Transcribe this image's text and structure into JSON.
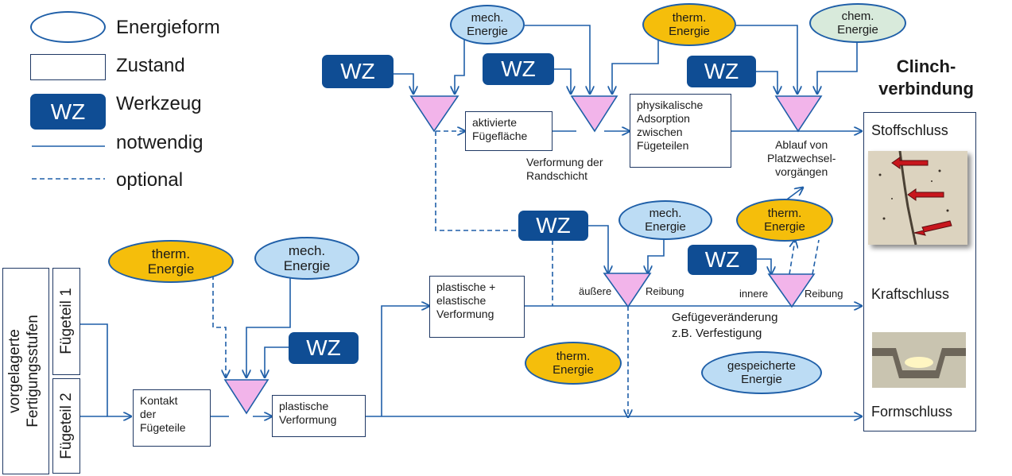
{
  "legend": {
    "energy_form": "Energieform",
    "state": "Zustand",
    "tool_box": "WZ",
    "tool": "Werkzeug",
    "necessary": "notwendig",
    "optional": "optional"
  },
  "tool_label": "WZ",
  "energies": {
    "mech_top": "mech.\nEnergie",
    "therm_top": "therm.\nEnergie",
    "chem_top": "chem.\nEnergie",
    "mech_mid": "mech.\nEnergie",
    "therm_mid": "therm.\nEnergie",
    "therm_left": "therm.\nEnergie",
    "mech_left": "mech.\nEnergie",
    "therm_bottom": "therm.\nEnergie",
    "stored": "gespeicherte\nEnergie"
  },
  "states": {
    "activated_surface": "aktivierte\nFügefläche",
    "adsorption": "physikalische\nAdsorption\nzwischen\nFügeteilen",
    "plastic_elastic": "plastische  +\nelastische\nVerformung",
    "contact": "Kontakt\nder\nFügeteile",
    "plastic": "plastische\nVerformung"
  },
  "labels": {
    "deformation_edge": "Verformung der\nRandschicht",
    "exchange": "Ablauf von\nPlatzwechsel-\nvorgängen",
    "outer": "äußere",
    "friction1": "Reibung",
    "inner": "innere",
    "friction2": "Reibung",
    "structure": "Gefügeveränderung\nz.B. Verfestigung"
  },
  "left": {
    "stages": "vorgelagerte\nFertigungsstufen",
    "part1": "Fügeteil 1",
    "part2": "Fügeteil 2"
  },
  "result": {
    "title": "Clinch-\nverbindung",
    "material": "Stoffschluss",
    "force": "Kraftschluss",
    "form": "Formschluss"
  },
  "colors": {
    "tool_blue": "#0f4d94",
    "line_blue": "#1f5fa8",
    "mech_blue": "#bcdcf4",
    "therm_orange": "#f5be0b",
    "chem_green": "#d8eadb",
    "triangle_pink": "#f2b4ea"
  }
}
